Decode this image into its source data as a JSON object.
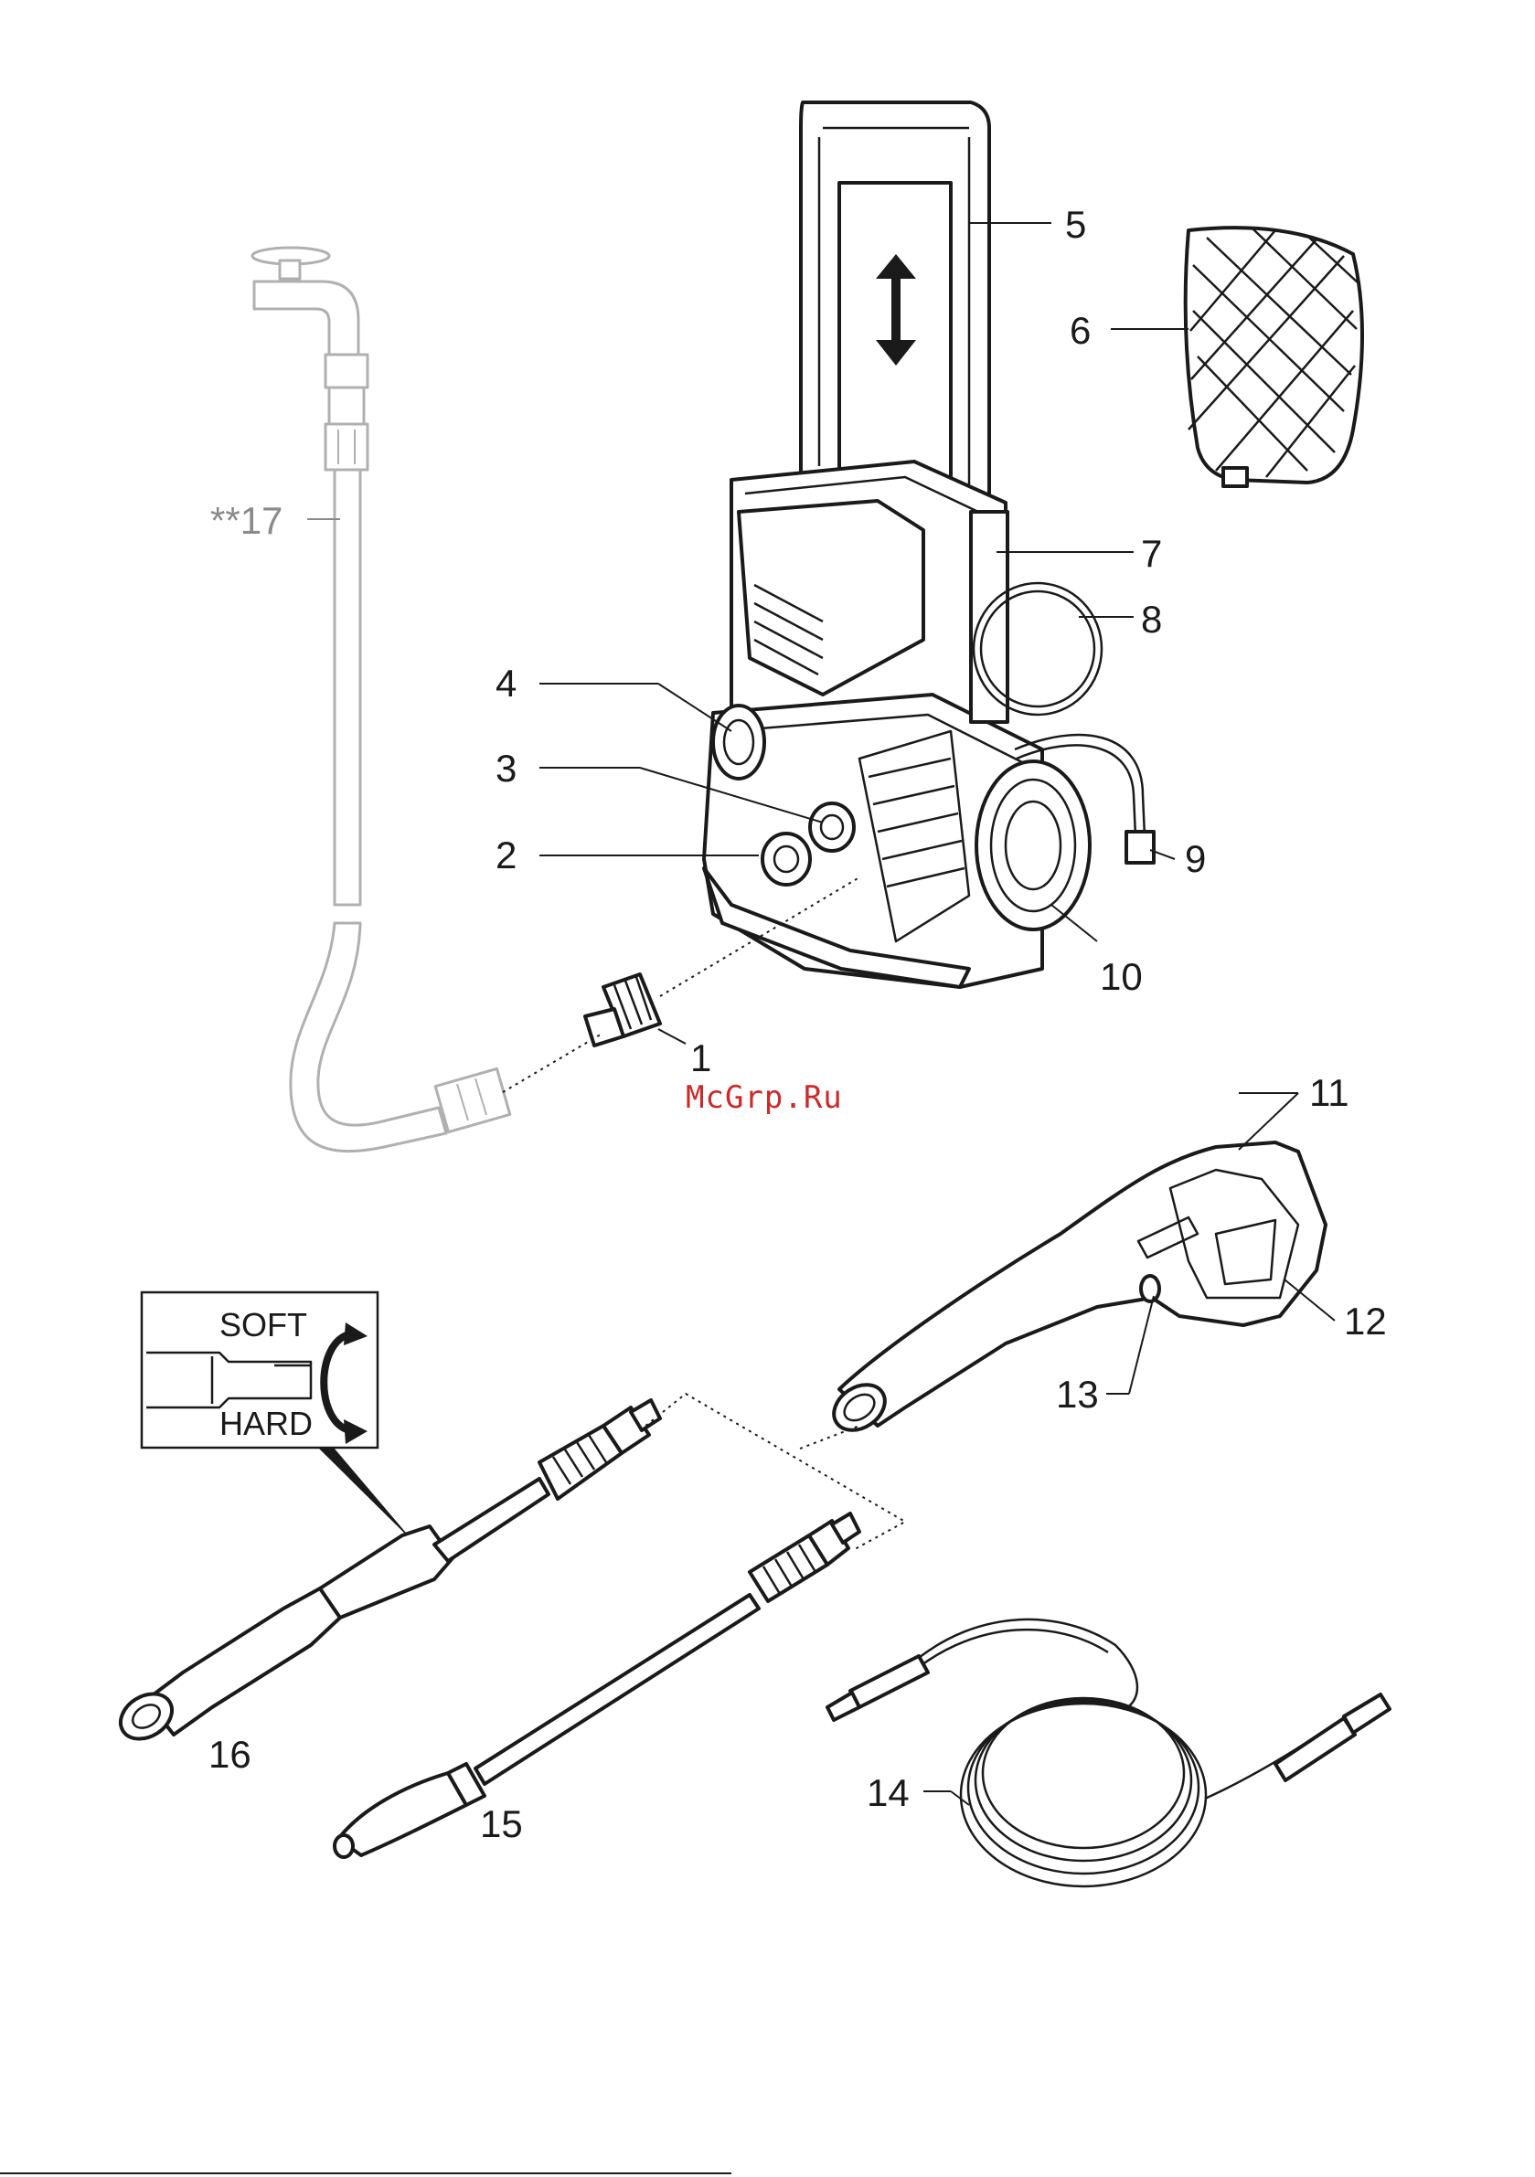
{
  "watermark": {
    "text": "McGrp.Ru",
    "color": "#cc2a2a"
  },
  "labels": {
    "l1": "1",
    "l2": "2",
    "l3": "3",
    "l4": "4",
    "l5": "5",
    "l6": "6",
    "l7": "7",
    "l8": "8",
    "l9": "9",
    "l10": "10",
    "l11": "11",
    "l12": "12",
    "l13": "13",
    "l14": "14",
    "l15": "15",
    "l16": "16",
    "l17": "**17"
  },
  "inset": {
    "soft": "SOFT",
    "hard": "HARD"
  },
  "icons": [
    "water-tap-icon",
    "pressure-washer-icon",
    "spray-gun-icon",
    "lance-icon",
    "hose-icon",
    "up-down-arrow-icon",
    "rotate-arrow-icon"
  ]
}
